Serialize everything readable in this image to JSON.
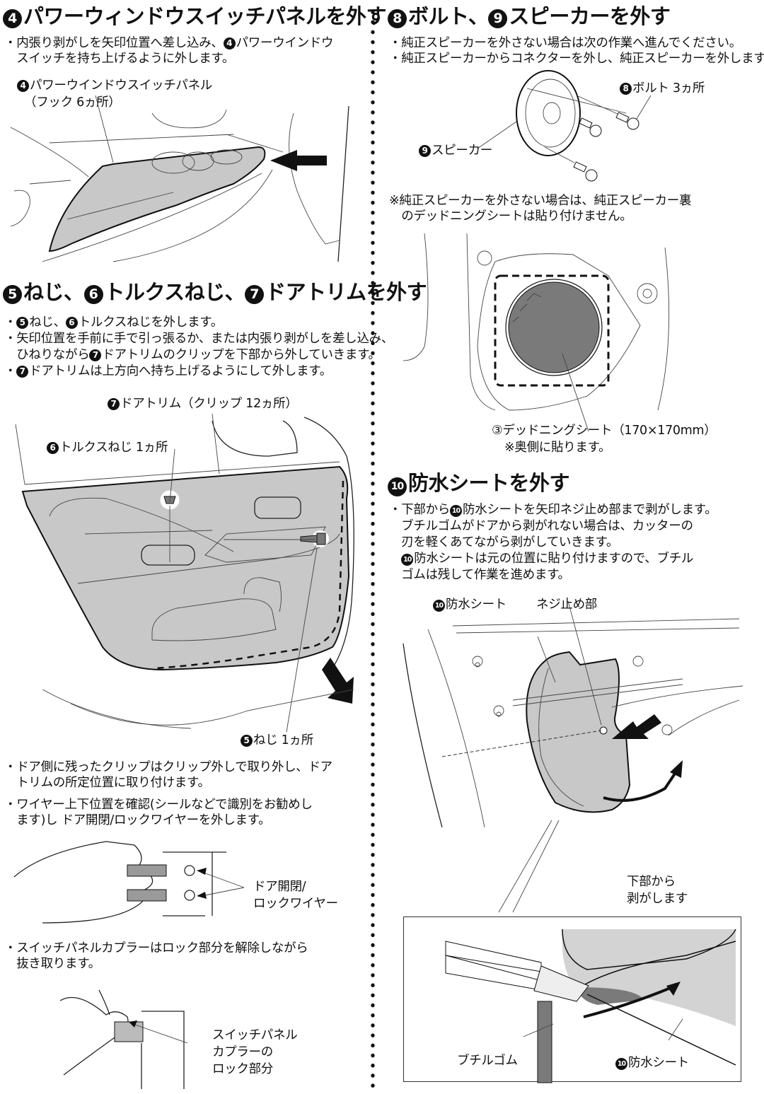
{
  "left": {
    "section4": {
      "number": "4",
      "title": "パワーウィンドウスイッチパネルを外す",
      "body": [
        {
          "pre": "・内張り剥がしを矢印位置へ差し込み、",
          "num": "4",
          "post": "パワーウインドウ"
        },
        {
          "pre": "　スイッチを持ち上げるように外します。"
        }
      ],
      "diagram_label": {
        "num": "4",
        "line1": "パワーウインドウスイッチパネル",
        "line2": "（フック 6ヵ所）"
      }
    },
    "section5": {
      "title_parts": [
        {
          "num": "5",
          "text": "ねじ、"
        },
        {
          "num": "6",
          "text": "トルクスねじ、"
        },
        {
          "num": "7",
          "text": "ドアトリムを外す"
        }
      ],
      "body": [
        {
          "pre": "・",
          "num": "5",
          "mid": "ねじ、",
          "num2": "6",
          "post": "トルクスねじを外します。"
        },
        {
          "pre": "・矢印位置を手前に手で引っ張るか、または内張り剥がしを差し込み、"
        },
        {
          "pre": "　ひねりながら",
          "num": "7",
          "post": "ドアトリムのクリップを下部から外していきます。"
        },
        {
          "pre": "・",
          "num": "7",
          "post": "ドアトリムは上方向へ持ち上げるようにして外します。"
        }
      ],
      "labels": {
        "door_trim": {
          "num": "7",
          "text": "ドアトリム（クリップ 12ヵ所）"
        },
        "torx": {
          "num": "6",
          "text": "トルクスねじ 1ヵ所"
        },
        "screw": {
          "num": "5",
          "text": "ねじ 1ヵ所"
        }
      },
      "notes": [
        {
          "line1": "・ドア側に残ったクリップはクリップ外しで取り外し、ドア",
          "line2": "　トリムの所定位置に取り付けます。"
        },
        {
          "line1": "・ワイヤー上下位置を確認(シールなどで識別をお勧めし",
          "line2": "　ます)し ドア開閉/ロックワイヤーを外します。"
        }
      ],
      "wire_label": {
        "line1": "ドア開閉/",
        "line2": "ロックワイヤー"
      },
      "coupler_note": {
        "line1": "・スイッチパネルカプラーはロック部分を解除しながら",
        "line2": "　抜き取ります。"
      },
      "coupler_label": {
        "line1": "スイッチパネル",
        "line2": "カプラーの",
        "line3": "ロック部分"
      }
    }
  },
  "right": {
    "section8": {
      "title_parts": [
        {
          "num": "8",
          "text": "ボルト、"
        },
        {
          "num": "9",
          "text": "スピーカーを外す"
        }
      ],
      "body": [
        "・純正スピーカーを外さない場合は次の作業へ進んでください。",
        "・純正スピーカーからコネクターを外し、純正スピーカーを外します。"
      ],
      "labels": {
        "bolt": {
          "num": "8",
          "text": "ボルト 3ヵ所"
        },
        "speaker": {
          "num": "9",
          "text": "スピーカー"
        }
      },
      "note": {
        "line1": "※純正スピーカーを外さない場合は、純正スピーカー裏",
        "line2": "　のデッドニングシートは貼り付けません。"
      },
      "deadening_label": {
        "line1": "③デッドニングシート（170×170mm）",
        "line2": "※奥側に貼ります。"
      }
    },
    "section10": {
      "number": "10",
      "title": "防水シートを外す",
      "body": [
        {
          "pre": "・下部から",
          "num": "10",
          "post": "防水シートを矢印ネジ止め部まで剥がします。"
        },
        {
          "pre": "　ブチルゴムがドアから剥がれない場合は、カッターの"
        },
        {
          "pre": "　刃を軽くあてながら剥がしていきます。"
        },
        {
          "pre": "　",
          "num": "10",
          "post": "防水シートは元の位置に貼り付けますので、ブチル"
        },
        {
          "pre": "　ゴムは残して作業を進めます。"
        }
      ],
      "labels": {
        "sheet": {
          "num": "10",
          "text": "防水シート"
        },
        "screw_point": "ネジ止め部",
        "peel": {
          "line1": "下部から",
          "line2": "剥がします"
        },
        "butyl": "ブチルゴム",
        "inset_sheet": {
          "num": "10",
          "text": "防水シート"
        }
      }
    }
  },
  "colors": {
    "panel_gray": "#c8c8c8",
    "dark_gray": "#7a7a7a",
    "ink": "#111111"
  }
}
